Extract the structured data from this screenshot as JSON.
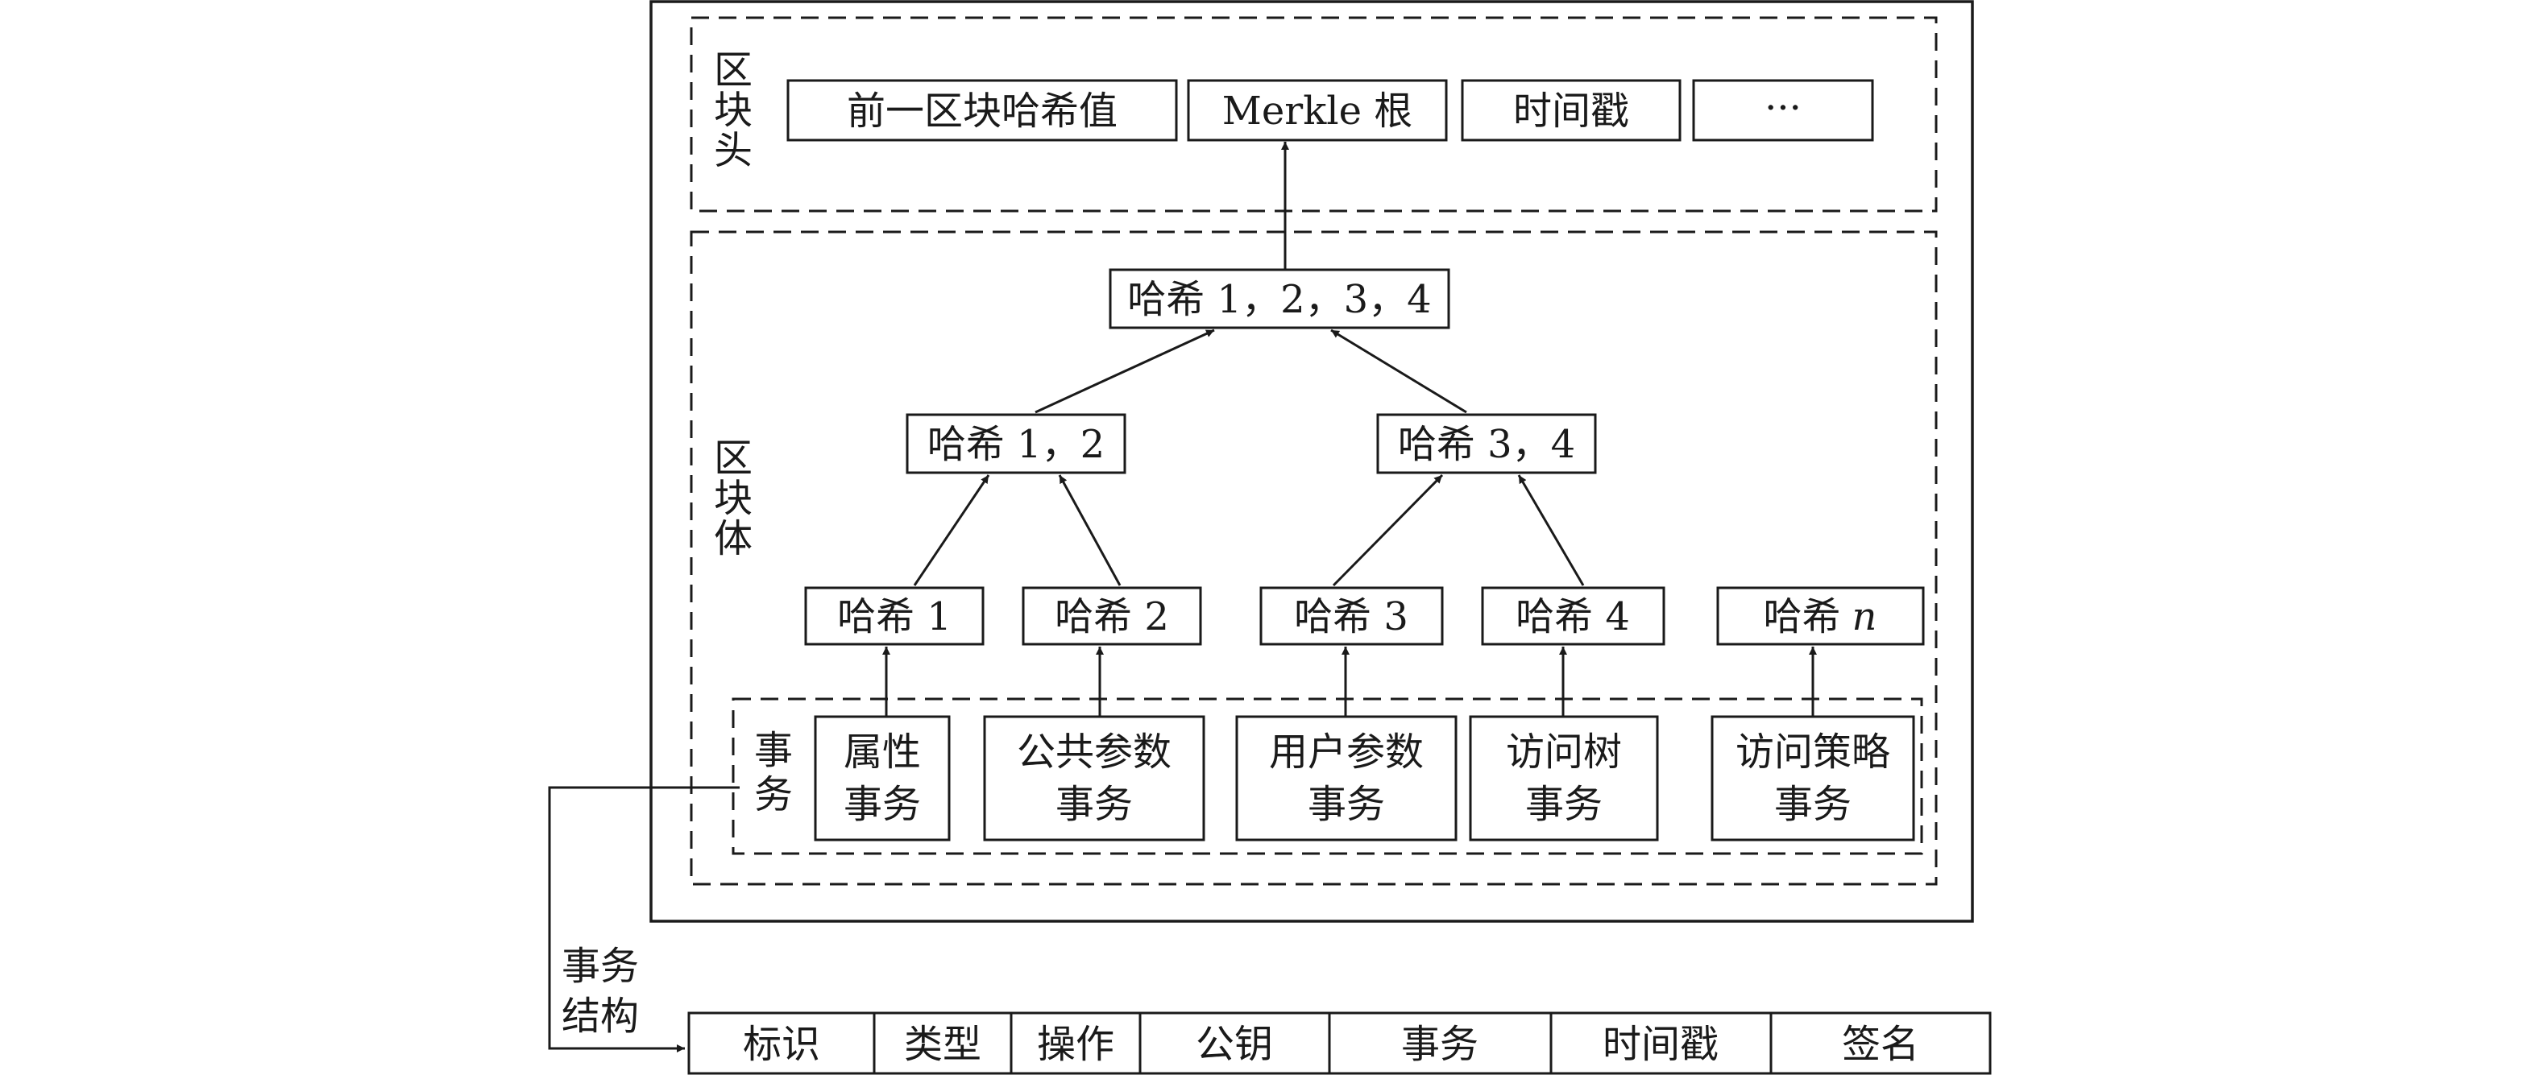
{
  "header": {
    "label": [
      "区",
      "块",
      "头"
    ],
    "prev_hash": "前一区块哈希值",
    "merkle_root": "Merkle 根",
    "timestamp": "时间戳",
    "ellipsis": "···"
  },
  "body": {
    "label": [
      "区",
      "块",
      "体"
    ],
    "hash_1234": "哈希 1，2，3，4",
    "hash_12": "哈希 1，2",
    "hash_34": "哈希 3，4",
    "hash_1": "哈希 1",
    "hash_2": "哈希 2",
    "hash_3": "哈希 3",
    "hash_4": "哈希 4",
    "hash_n_prefix": "哈希",
    "hash_n_var": "n"
  },
  "transactions": {
    "label": [
      "事",
      "务"
    ],
    "items": [
      {
        "line1": "属性",
        "line2": "事务"
      },
      {
        "line1": "公共参数",
        "line2": "事务"
      },
      {
        "line1": "用户参数",
        "line2": "事务"
      },
      {
        "line1": "访问树",
        "line2": "事务"
      },
      {
        "line1": "访问策略",
        "line2": "事务"
      }
    ]
  },
  "structure": {
    "label_line1": "事务",
    "label_line2": "结构",
    "fields": [
      "标识",
      "类型",
      "操作",
      "公钥",
      "事务",
      "时间戳",
      "签名"
    ]
  }
}
